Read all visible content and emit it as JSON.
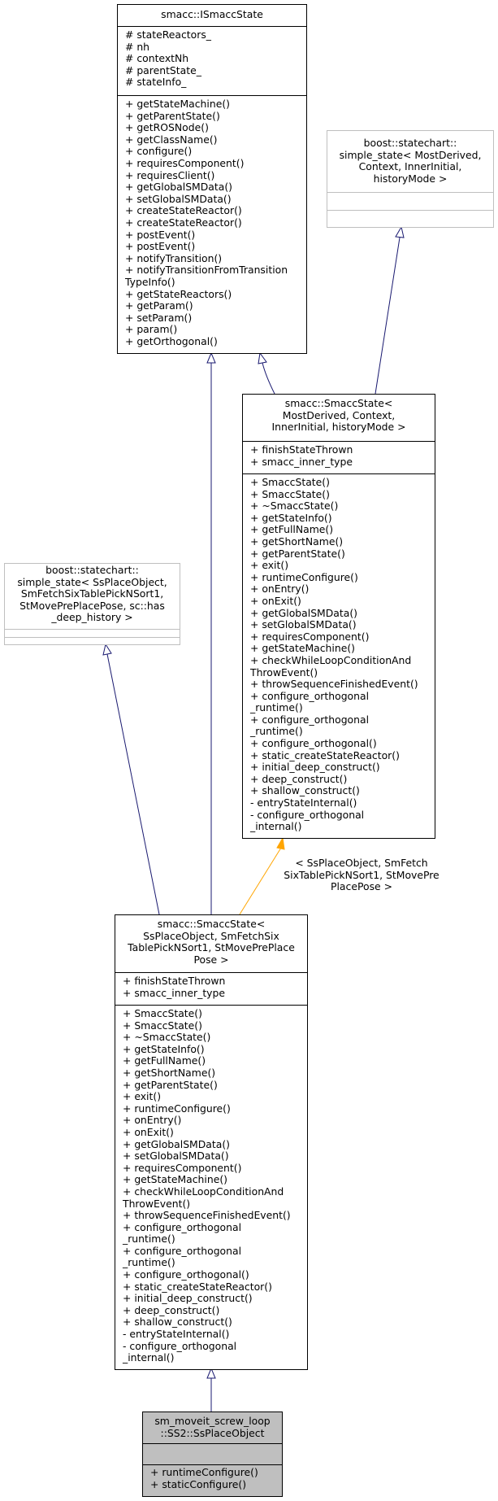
{
  "colors": {
    "edge_inherit": "#191970",
    "edge_template": "#ffa500",
    "gray_border": "#bfbfbf",
    "selected_fill": "#bfbfbf"
  },
  "nodes": {
    "ismacc": {
      "title": [
        "smacc::ISmaccState"
      ],
      "attributes": [
        "# stateReactors_",
        "# nh",
        "# contextNh",
        "# parentState_",
        "# stateInfo_"
      ],
      "methods": [
        "+ getStateMachine()",
        "+ getParentState()",
        "+ getROSNode()",
        "+ getClassName()",
        "+ configure()",
        "+ requiresComponent()",
        "+ requiresClient()",
        "+ getGlobalSMData()",
        "+ setGlobalSMData()",
        "+ createStateReactor()",
        "+ createStateReactor()",
        "+ postEvent()",
        "+ postEvent()",
        "+ notifyTransition()",
        "+ notifyTransitionFromTransition",
        "TypeInfo()",
        "+ getStateReactors()",
        "+ getParam()",
        "+ setParam()",
        "+ param()",
        "+ getOrthogonal()"
      ]
    },
    "boost_generic": {
      "title": [
        "boost::statechart::",
        "simple_state< MostDerived,",
        "Context, InnerInitial,",
        "historyMode >"
      ]
    },
    "smacc_generic": {
      "title": [
        "smacc::SmaccState<",
        "MostDerived, Context,",
        "InnerInitial, historyMode >"
      ],
      "attributes": [
        "+ finishStateThrown",
        "+ smacc_inner_type"
      ],
      "methods": [
        "+ SmaccState()",
        "+ SmaccState()",
        "+ ~SmaccState()",
        "+ getStateInfo()",
        "+ getFullName()",
        "+ getShortName()",
        "+ getParentState()",
        "+ exit()",
        "+ runtimeConfigure()",
        "+ onEntry()",
        "+ onExit()",
        "+ getGlobalSMData()",
        "+ setGlobalSMData()",
        "+ requiresComponent()",
        "+ getStateMachine()",
        "+ checkWhileLoopConditionAnd",
        "ThrowEvent()",
        "+ throwSequenceFinishedEvent()",
        "+ configure_orthogonal",
        "_runtime()",
        "+ configure_orthogonal",
        "_runtime()",
        "+ configure_orthogonal()",
        "+ static_createStateReactor()",
        "+ initial_deep_construct()",
        "+ deep_construct()",
        "+ shallow_construct()",
        "- entryStateInternal()",
        "- configure_orthogonal",
        "_internal()"
      ]
    },
    "boost_specific": {
      "title": [
        "boost::statechart::",
        "simple_state< SsPlaceObject,",
        "SmFetchSixTablePickNSort1,",
        "StMovePrePlacePose, sc::has",
        "_deep_history >"
      ]
    },
    "smacc_specific": {
      "title": [
        "smacc::SmaccState<",
        "SsPlaceObject, SmFetchSix",
        "TablePickNSort1, StMovePrePlace",
        "Pose >"
      ],
      "attributes": [
        "+ finishStateThrown",
        "+ smacc_inner_type"
      ],
      "methods": [
        "+ SmaccState()",
        "+ SmaccState()",
        "+ ~SmaccState()",
        "+ getStateInfo()",
        "+ getFullName()",
        "+ getShortName()",
        "+ getParentState()",
        "+ exit()",
        "+ runtimeConfigure()",
        "+ onEntry()",
        "+ onExit()",
        "+ getGlobalSMData()",
        "+ setGlobalSMData()",
        "+ requiresComponent()",
        "+ getStateMachine()",
        "+ checkWhileLoopConditionAnd",
        "ThrowEvent()",
        "+ throwSequenceFinishedEvent()",
        "+ configure_orthogonal",
        "_runtime()",
        "+ configure_orthogonal",
        "_runtime()",
        "+ configure_orthogonal()",
        "+ static_createStateReactor()",
        "+ initial_deep_construct()",
        "+ deep_construct()",
        "+ shallow_construct()",
        "- entryStateInternal()",
        "- configure_orthogonal",
        "_internal()"
      ]
    },
    "place_object": {
      "title": [
        "sm_moveit_screw_loop",
        "::SS2::SsPlaceObject"
      ],
      "methods": [
        "+ runtimeConfigure()",
        "+ staticConfigure()"
      ]
    }
  },
  "edge_label": [
    "< SsPlaceObject, SmFetch",
    "SixTablePickNSort1, StMovePre",
    "PlacePose >"
  ]
}
